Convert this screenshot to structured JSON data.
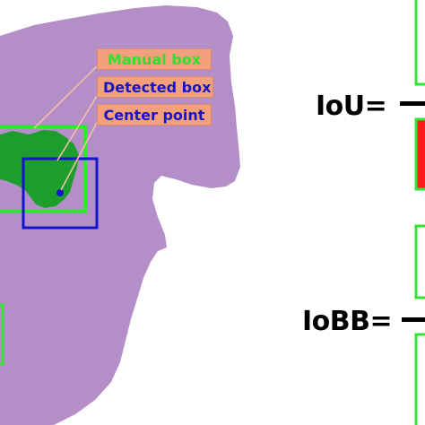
{
  "legend": {
    "manual_box": "Manual box",
    "detected_box": "Detected box",
    "center_point": "Center point"
  },
  "formulas": {
    "iou": "IoU=",
    "iobb": "IoBB="
  },
  "colors": {
    "liver": "#b48ec6",
    "lesion": "#1d9e2c",
    "manual_box": "#35e235",
    "detected_box": "#1414c8",
    "center_point": "#1414c8",
    "label_bg": "#f4a07c",
    "callout_line": "#f6c3a8",
    "red_fill": "#ff1a1a"
  }
}
